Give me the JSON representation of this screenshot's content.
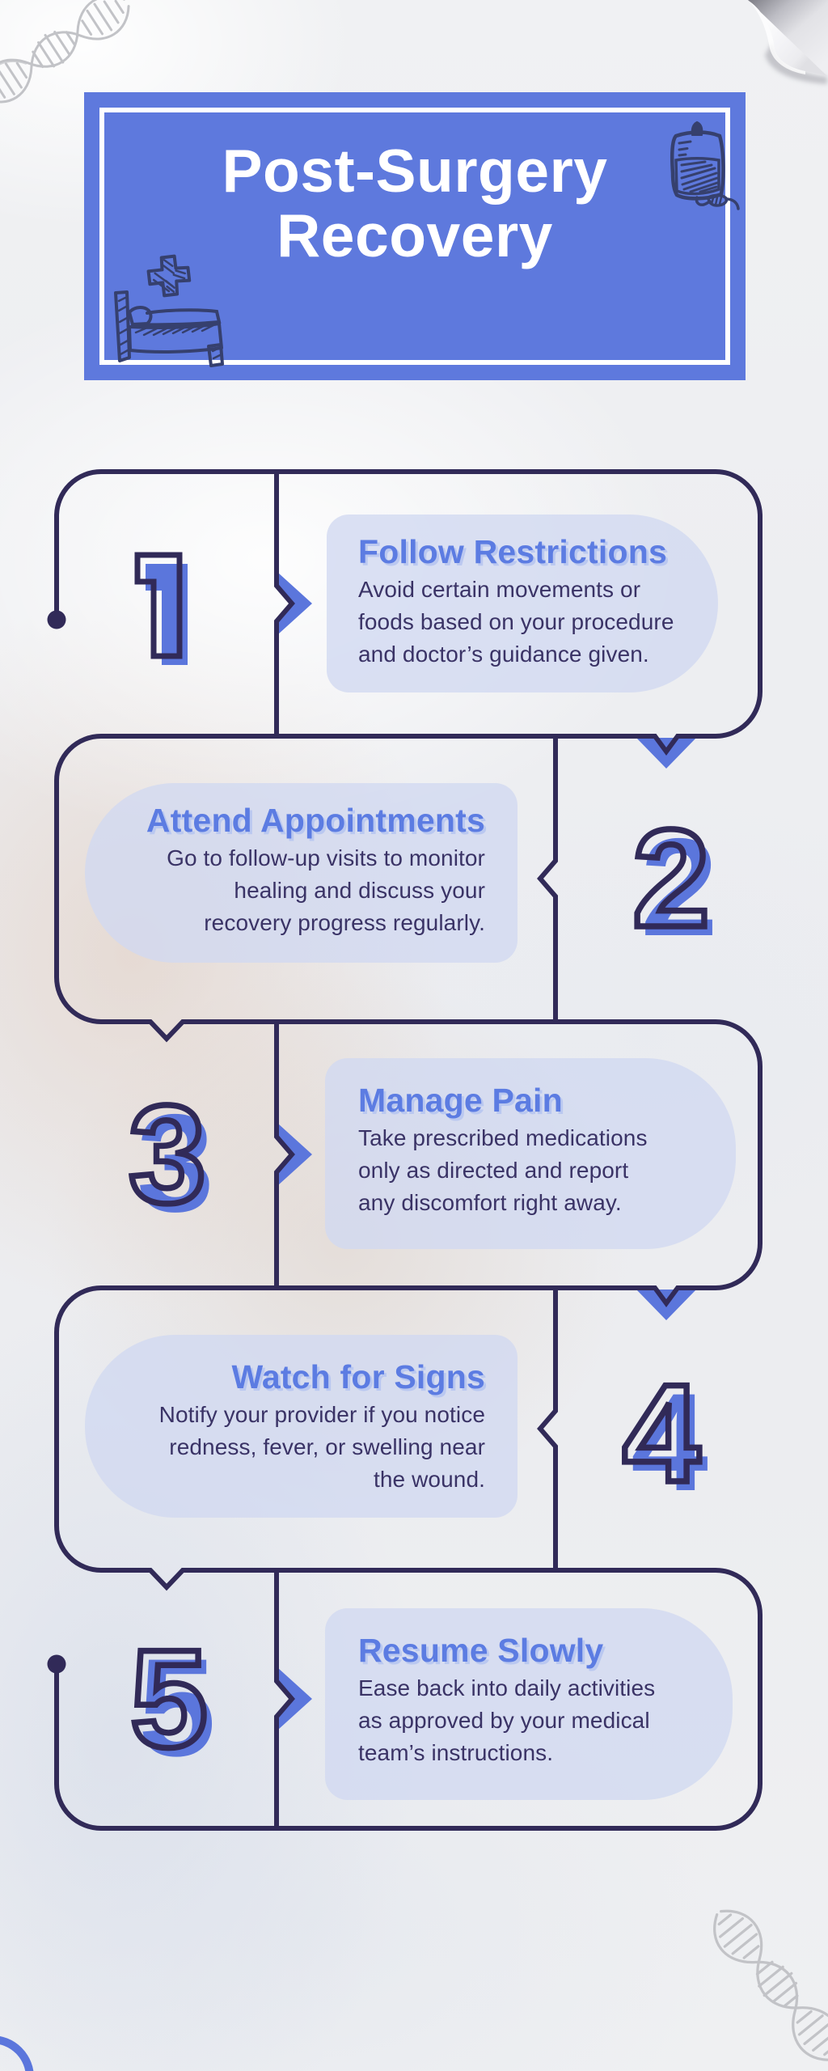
{
  "header": {
    "title_line1": "Post-Surgery",
    "title_line2": "Recovery"
  },
  "steps": [
    {
      "number": "1",
      "heading": "Follow Restrictions",
      "body": "Avoid certain movements or\nfoods based on your procedure\nand doctor’s guidance given."
    },
    {
      "number": "2",
      "heading": "Attend Appointments",
      "body": "Go to follow-up visits to monitor\nhealing and discuss your\nrecovery progress regularly."
    },
    {
      "number": "3",
      "heading": "Manage Pain",
      "body": "Take prescribed medications\nonly as directed and report\nany discomfort right away."
    },
    {
      "number": "4",
      "heading": "Watch for Signs",
      "body": "Notify your provider if you notice\nredness, fever, or swelling near\nthe wound."
    },
    {
      "number": "5",
      "heading": "Resume Slowly",
      "body": "Ease back into daily activities\nas approved by your medical\nteam’s instructions."
    }
  ],
  "colors": {
    "accent_blue": "#5b76dc",
    "line_navy": "#312a58",
    "blob_lavender": "#d1d8f1",
    "header_blue": "#5e79dd",
    "heading_blue": "#5c7ce2",
    "body_navy": "#3a3366"
  },
  "icons": {
    "top_left": "dna-strand-icon",
    "top_right": "page-curl-icon",
    "header_left": "hospital-bed-icon",
    "header_left_small": "medical-cross-icon",
    "header_right": "iv-bag-icon",
    "bottom_left": "blue-arc-icon",
    "bottom_right": "dna-strand-icon"
  }
}
